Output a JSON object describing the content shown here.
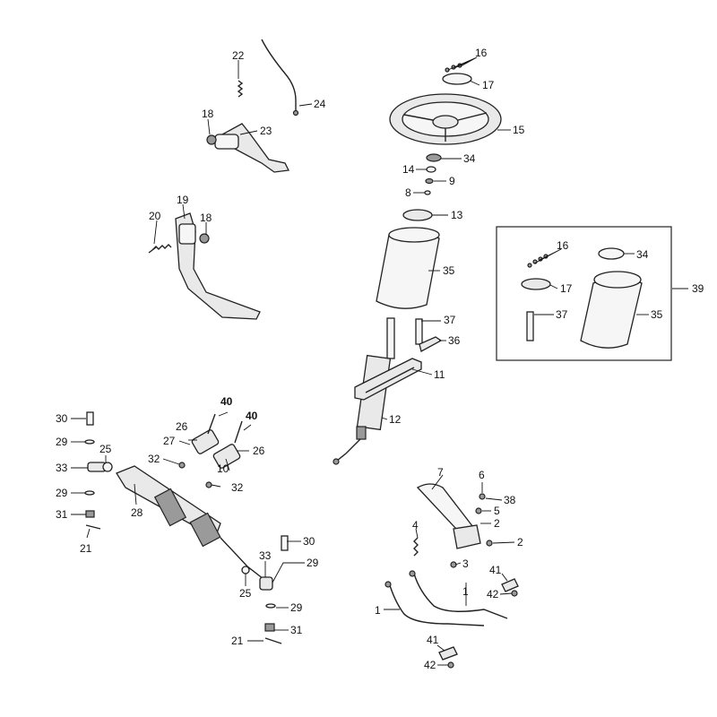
{
  "callouts": {
    "c1a": "1",
    "c1b": "1",
    "c2a": "2",
    "c2b": "2",
    "c3": "3",
    "c4": "4",
    "c5": "5",
    "c6": "6",
    "c7": "7",
    "c8": "8",
    "c9": "9",
    "c10": "10",
    "c11": "11",
    "c12": "12",
    "c13": "13",
    "c14": "14",
    "c15": "15",
    "c16a": "16",
    "c16b": "16",
    "c17a": "17",
    "c17b": "17",
    "c18a": "18",
    "c18b": "18",
    "c19": "19",
    "c20": "20",
    "c21a": "21",
    "c21b": "21",
    "c22": "22",
    "c23": "23",
    "c24": "24",
    "c25a": "25",
    "c25b": "25",
    "c26a": "26",
    "c26b": "26",
    "c27": "27",
    "c28": "28",
    "c29a": "29",
    "c29b": "29",
    "c29c": "29",
    "c29d": "29",
    "c30a": "30",
    "c30b": "30",
    "c31a": "31",
    "c31b": "31",
    "c32a": "32",
    "c32b": "32",
    "c33a": "33",
    "c33b": "33",
    "c34a": "34",
    "c34b": "34",
    "c35a": "35",
    "c35b": "35",
    "c36": "36",
    "c37a": "37",
    "c37b": "37",
    "c38": "38",
    "c39": "39",
    "c40a": "40",
    "c40b": "40",
    "c41a": "41",
    "c41b": "41",
    "c42a": "42",
    "c42b": "42"
  }
}
